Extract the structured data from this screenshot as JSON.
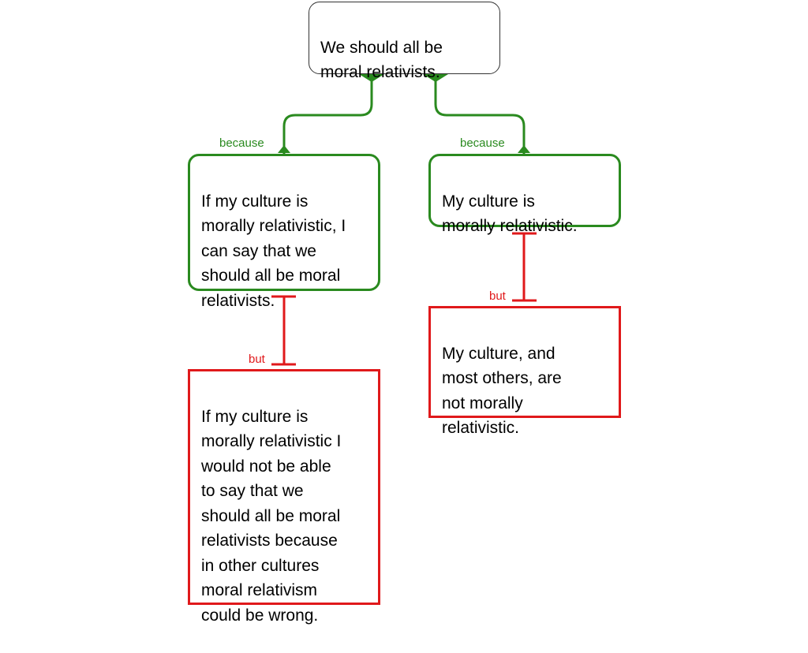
{
  "colors": {
    "support": "#2a8a1f",
    "oppose": "#e0191b",
    "claim_border": "#333333",
    "text": "#000000",
    "background": "#ffffff"
  },
  "nodes": {
    "claim": {
      "text": "We should all be\nmoral relativists."
    },
    "reason_left": {
      "text": "If my culture is\nmorally relativistic, I\ncan say that we\nshould all be moral\nrelativists."
    },
    "reason_right": {
      "text": "My culture is\nmorally relativistic."
    },
    "objection_left": {
      "text": "If my culture is\nmorally relativistic I\nwould not be able\nto say that we\nshould all be moral\nrelativists because\nin other cultures\nmoral relativism\ncould be wrong."
    },
    "objection_right": {
      "text": "My culture, and\nmost others, are\nnot morally\nrelativistic."
    }
  },
  "labels": {
    "because_left": "because",
    "because_right": "because",
    "but_left": "but",
    "but_right": "but"
  }
}
